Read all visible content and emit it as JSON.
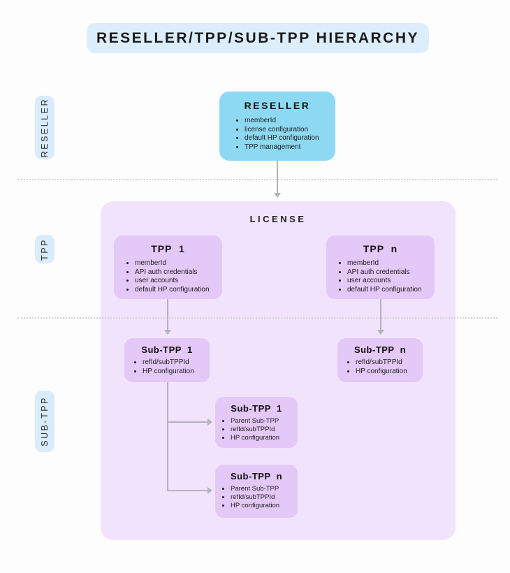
{
  "title": "RESELLER/TPP/SUB-TPP HIERARCHY",
  "rails": {
    "reseller": "RESELLER",
    "tpp": "TPP",
    "subtpp": "SUB-TPP"
  },
  "license_label": "LICENSE",
  "nodes": {
    "reseller": {
      "title": "RESELLER",
      "items": [
        "memberId",
        "license configuration",
        "default HP configuration",
        "TPP management"
      ]
    },
    "tpp1": {
      "title": "TPP  1",
      "items": [
        "memberId",
        "API auth credentials",
        "user accounts",
        "default HP configuration"
      ]
    },
    "tppn": {
      "title": "TPP  n",
      "items": [
        "memberId",
        "API auth credentials",
        "user accounts",
        "default HP configuration"
      ]
    },
    "subtpp1": {
      "title": "Sub-TPP  1",
      "items": [
        "refId/subTPPId",
        "HP configuration"
      ]
    },
    "subtppn": {
      "title": "Sub-TPP  n",
      "items": [
        "refId/subTPPId",
        "HP configuration"
      ]
    },
    "nested1": {
      "title": "Sub-TPP  1",
      "items": [
        "Parent Sub-TPP",
        "refId/subTPPId",
        "HP configuration"
      ]
    },
    "nestedn": {
      "title": "Sub-TPP  n",
      "items": [
        "Parent Sub-TPP",
        "refId/subTPPId",
        "HP configuration"
      ]
    }
  },
  "colors": {
    "background": "#fdfdfe",
    "title_pill": "#dceefc",
    "rail_pill": "#d8ecfb",
    "reseller_node": "#8dd9f3",
    "license_container": "#f1e3fc",
    "purple_node": "#e4c8f7",
    "arrow": "#b4b2bc",
    "dotted_line": "#d4d3d9"
  }
}
